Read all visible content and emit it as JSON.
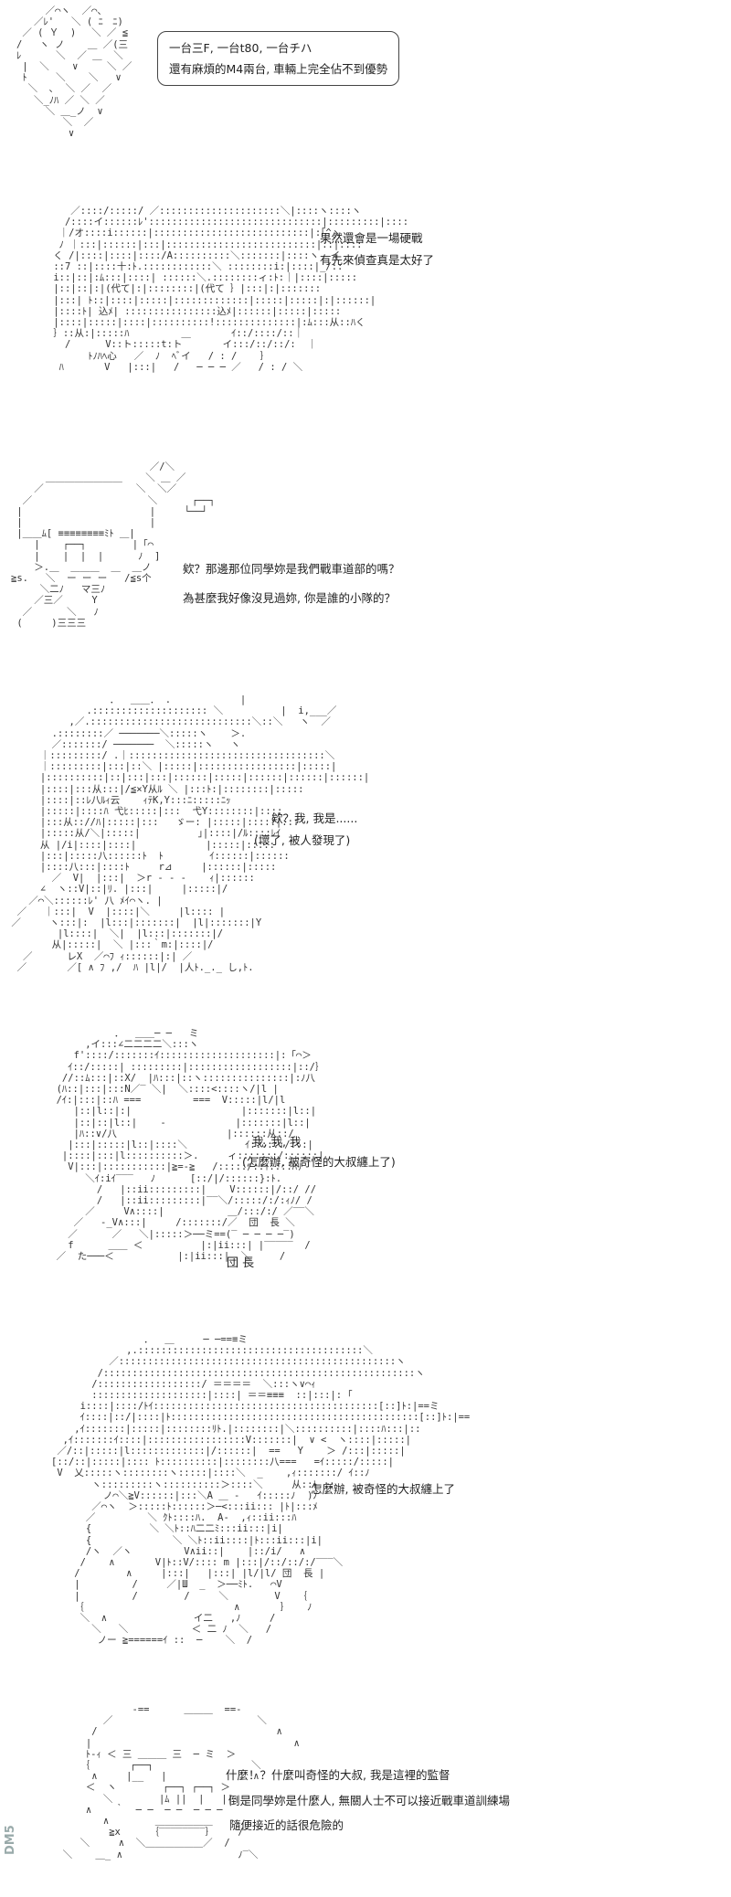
{
  "panels": [
    {
      "lines": [
        "一台三F, 一台t80, 一台チハ",
        "還有麻煩的M4兩台, 車輛上完全佔不到優勢"
      ]
    },
    {
      "lines": [
        "果然還會是一場硬戰",
        "有先來偵查真是太好了"
      ]
    },
    {
      "lines": [
        "欸？那邊那位同學妳是我們戰車道部的嗎？",
        "為甚麼我好像沒見過妳, 你是誰的小隊的？"
      ]
    },
    {
      "lines": [
        "欸？我, 我是......",
        "(壞了, 被人發現了)"
      ]
    },
    {
      "lines": [
        "我, 我, 我",
        "(怎麼辦, 被奇怪的大叔纏上了)"
      ]
    },
    {
      "lines": [
        "怎麼辦, 被奇怪的大叔纏上了"
      ]
    },
    {
      "lines": [
        "什麼！？什麼叫奇怪的大叔, 我是這裡的監督",
        "倒是同學妳是什麼人, 無關人士不可以接近戰車道訓練場",
        "隨便接近的話很危險的"
      ]
    }
  ],
  "armband": "団 長",
  "watermark": "DM5"
}
